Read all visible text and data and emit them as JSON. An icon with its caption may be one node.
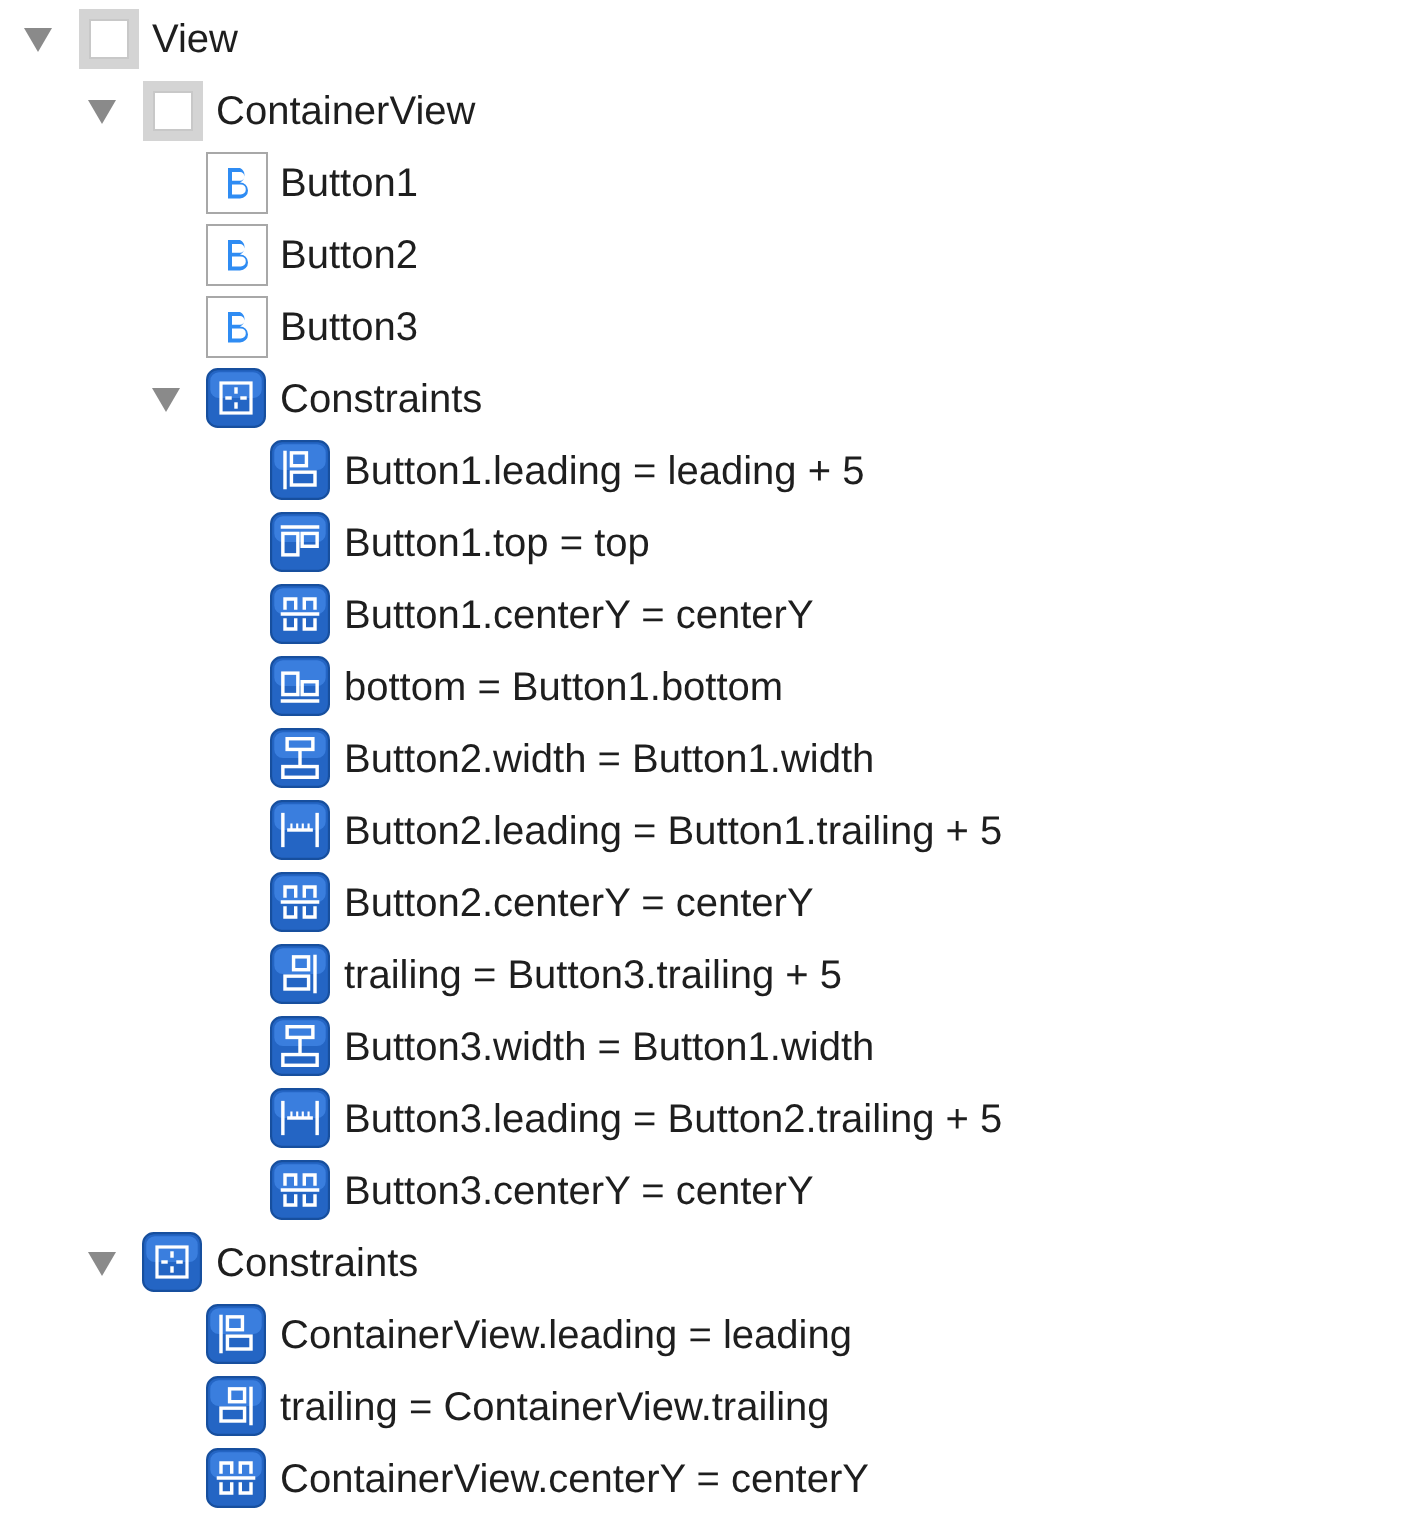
{
  "diagram": {
    "nodes": [
      {
        "text": [
          "View"
        ]
      },
      {
        "text": [
          "ContainerView"
        ]
      },
      {
        "text": [
          "Button1"
        ]
      },
      {
        "text": [
          "Button2"
        ]
      },
      {
        "text": [
          "Button3"
        ]
      },
      {
        "text": [
          "Constraints"
        ]
      },
      {
        "text": [
          "Button1.leading = leading + 5"
        ]
      },
      {
        "text": [
          "Button1.top = top"
        ]
      },
      {
        "text": [
          "Button1.centerY = centerY"
        ]
      },
      {
        "text": [
          "bottom = Button1.bottom"
        ]
      },
      {
        "text": [
          "Button2.width = Button1.width"
        ]
      },
      {
        "text": [
          "Button2.leading = Button1.trailing + 5"
        ]
      },
      {
        "text": [
          "Button2.centerY = centerY"
        ]
      },
      {
        "text": [
          "trailing = Button3.trailing + 5"
        ]
      },
      {
        "text": [
          "Button3.width = Button1.width"
        ]
      },
      {
        "text": [
          "Button3.leading = Button2.trailing + 5"
        ]
      },
      {
        "text": [
          "Button3.centerY = centerY"
        ]
      },
      {
        "text": [
          "Constraints"
        ]
      },
      {
        "text": [
          "ContainerView.leading = leading"
        ]
      },
      {
        "text": [
          "trailing = ContainerView.trailing"
        ]
      },
      {
        "text": [
          "ContainerView.centerY = centerY"
        ]
      }
    ]
  }
}
